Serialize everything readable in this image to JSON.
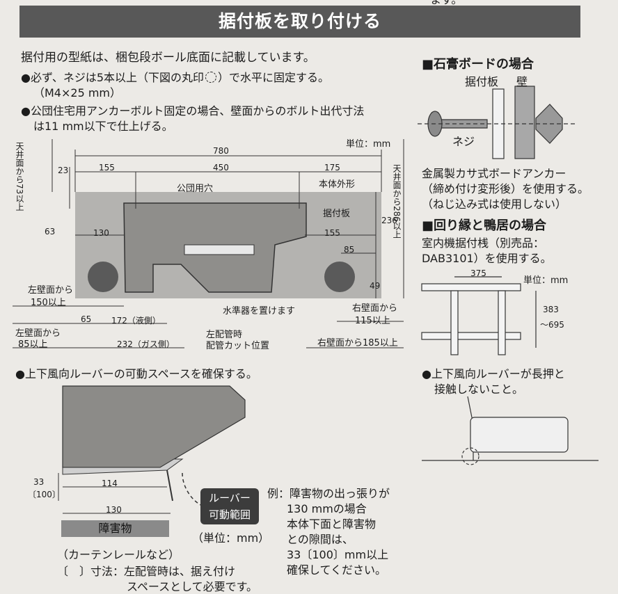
{
  "header": {
    "title": "据付板を取り付ける",
    "corner_fragment": "ます。"
  },
  "intro": "据付用の型紙は、梱包段ボール底面に記載しています。",
  "bullets": {
    "b1": "●必ず、ネジは5本以上（下図の丸印",
    "b1_end": "）で水平に固定する。",
    "b1_spec": "（M4×25 mm）",
    "b2_line1": "●公団住宅用アンカーボルト固定の場合、壁面からのボルト出代寸法",
    "b2_line2": "は11 mm以下で仕上げる。"
  },
  "diagram": {
    "unit": "単位：mm",
    "d780": "780",
    "d155_top": "155",
    "d450": "450",
    "d175": "175",
    "d23": "23",
    "d63": "63",
    "d130": "130",
    "d155_right": "155",
    "d85": "85",
    "d236": "236",
    "d49": "49",
    "ceiling_left": "天井面から73以上",
    "ceiling_right": "天井面から286以上",
    "public_holes": "公団用穴",
    "body_outline": "本体外形",
    "mount_plate": "据付板",
    "level_label": "水準器を置けます",
    "left_wall_150": "左壁面から",
    "left_wall_150b": "150以上",
    "right_wall_115": "右壁面から",
    "right_wall_115b": "115以上",
    "left_wall_85": "左壁面から",
    "left_wall_85b": "85以上",
    "d65": "65",
    "d172": "172（液側）",
    "d232": "232（ガス側）",
    "left_pipe": "左配管時",
    "pipe_cut": "配管カット位置",
    "right_wall_185": "右壁面から185以上"
  },
  "gypsum": {
    "title": "■石膏ボードの場合",
    "plate": "据付板",
    "wall": "壁",
    "screw": "ネジ",
    "note1": "金属製カサ式ボードアンカー",
    "note2": "（締め付け変形後）を使用する。",
    "note3": "（ねじ込み式は使用しない）"
  },
  "molding": {
    "title": "■回り縁と鴨居の場合",
    "note1": "室内機据付桟（別売品：",
    "note2": "DAB3101）を使用する。",
    "unit": "単位：mm",
    "d375": "375",
    "d383": "383",
    "d695": "～695"
  },
  "louver_section": {
    "title": "●上下風向ルーバーの可動スペースを確保する。",
    "d33": "33",
    "d100": "〔100〕",
    "d114": "114",
    "d130": "130",
    "obstacle": "障害物",
    "louver_l1": "ルーバー",
    "louver_l2": "可動範囲",
    "unit": "（単位：mm）",
    "curtain": "（カーテンレールなど）",
    "note_bracket1": "〔　〕寸法：左配管時は、据え付け",
    "note_bracket2": "スペースとして必要です。",
    "example_l1": "例：障害物の出っ張りが",
    "example_l2": "130 mmの場合",
    "example_l3": "本体下面と障害物",
    "example_l4": "との隙間は、",
    "example_l5": "33〔100〕mm以上",
    "example_l6": "確保してください。"
  },
  "right_louver": {
    "title_l1": "●上下風向ルーバーが長押と",
    "title_l2": "接触しないこと。"
  }
}
